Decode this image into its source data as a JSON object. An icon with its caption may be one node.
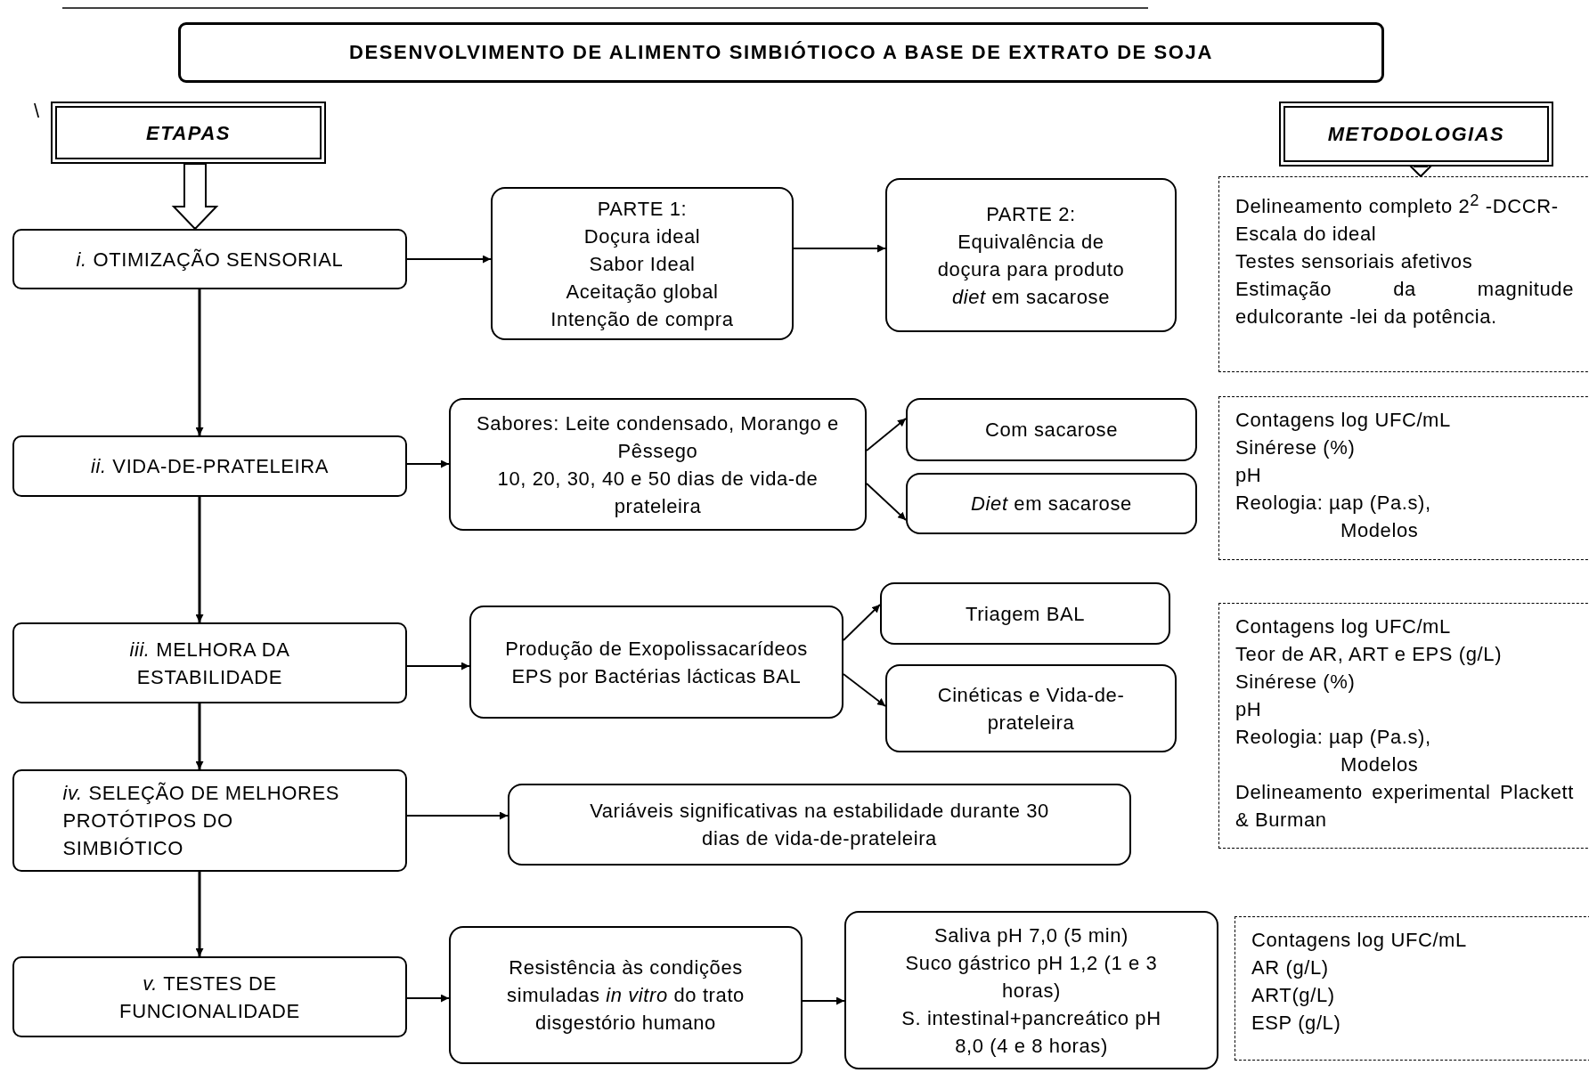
{
  "diagram": {
    "title": "DESENVOLVIMENTO DE ALIMENTO SIMBIÓTIOCO A BASE DE EXTRATO DE SOJA",
    "nodes": [
      {
        "text": [
          "ETAPAS"
        ]
      },
      {
        "text": [
          "METODOLOGIAS"
        ]
      },
      {
        "text": [
          "*i.* OTIMIZAÇÃO SENSORIAL"
        ]
      },
      {
        "text": [
          "PARTE 1:",
          "Doçura ideal",
          "Sabor Ideal",
          "Aceitação global",
          "Intenção de compra"
        ]
      },
      {
        "text": [
          "PARTE 2:",
          "Equivalência de doçura para produto *diet* em sacarose"
        ]
      },
      {
        "text": [
          "Delineamento completo 2$^{2}$ -DCCR-",
          "Escala do ideal",
          "Testes sensoriais afetivos",
          "Estimação da magnitude edulcorante -lei da potência."
        ]
      },
      {
        "text": [
          "*ii.* VIDA-DE-PRATELEIRA"
        ]
      },
      {
        "text": [
          "Sabores: Leite condensado, Morango e Pêssego",
          "10, 20, 30, 40 e 50 dias de vida-de prateleira"
        ]
      },
      {
        "text": [
          "Com sacarose"
        ]
      },
      {
        "text": [
          "*Diet* em sacarose"
        ]
      },
      {
        "text": [
          "Contagens log UFC/mL",
          "Sinérese (%)",
          "pH",
          "Reologia: µap (Pa.s),",
          "Modelos"
        ]
      },
      {
        "text": [
          "*iii.* MELHORA DA ESTABILIDADE"
        ]
      },
      {
        "text": [
          "Produção de Exopolissacarídeos EPS por Bactérias lácticas BAL"
        ]
      },
      {
        "text": [
          "Triagem BAL"
        ]
      },
      {
        "text": [
          "Cinéticas e Vida-de-prateleira"
        ]
      },
      {
        "text": [
          "Contagens log UFC/mL",
          "Teor de AR, ART e EPS (g/L)",
          "Sinérese (%)",
          "pH",
          "Reologia: µap (Pa.s),",
          "Modelos",
          "Delineamento experimental Plackett & Burman"
        ]
      },
      {
        "text": [
          "*iv.* SELEÇÃO DE MELHORES PROTÓTIPOS DO SIMBIÓTICO"
        ]
      },
      {
        "text": [
          "Variáveis significativas na estabilidade durante 30 dias de vida-de-prateleira"
        ]
      },
      {
        "text": [
          "*v.* TESTES DE FUNCIONALIDADE"
        ]
      },
      {
        "text": [
          "Resistência às condições simuladas *in vitro* do trato disgestório humano"
        ]
      },
      {
        "text": [
          "Saliva pH 7,0 (5 min)",
          "Suco gástrico pH 1,2 (1 e 3 horas)",
          "S. intestinal+pancreático pH 8,0 (4 e 8 horas)"
        ]
      },
      {
        "text": [
          "Contagens log UFC/mL",
          "AR (g/L)",
          "ART(g/L)",
          "ESP (g/L)"
        ]
      }
    ],
    "edges": [
      {
        "from": 0,
        "to": 2,
        "arrow": "to",
        "style": "thick"
      },
      {
        "from": 1,
        "to": 5,
        "arrow": "to",
        "style": "thick"
      },
      {
        "from": 2,
        "to": 3,
        "arrow": "to"
      },
      {
        "from": 3,
        "to": 4,
        "arrow": "to"
      },
      {
        "from": 2,
        "to": 6,
        "arrow": "to"
      },
      {
        "from": 6,
        "to": 7,
        "arrow": "to"
      },
      {
        "from": 7,
        "to": 8,
        "arrow": "to"
      },
      {
        "from": 7,
        "to": 9,
        "arrow": "to"
      },
      {
        "from": 6,
        "to": 11,
        "arrow": "to"
      },
      {
        "from": 11,
        "to": 12,
        "arrow": "to"
      },
      {
        "from": 12,
        "to": 13,
        "arrow": "to"
      },
      {
        "from": 12,
        "to": 14,
        "arrow": "to"
      },
      {
        "from": 11,
        "to": 16,
        "arrow": "to"
      },
      {
        "from": 16,
        "to": 17,
        "arrow": "to"
      },
      {
        "from": 16,
        "to": 18,
        "arrow": "to"
      },
      {
        "from": 18,
        "to": 19,
        "arrow": "to"
      },
      {
        "from": 19,
        "to": 20,
        "arrow": "to"
      }
    ],
    "labels": [
      "\\"
    ]
  }
}
